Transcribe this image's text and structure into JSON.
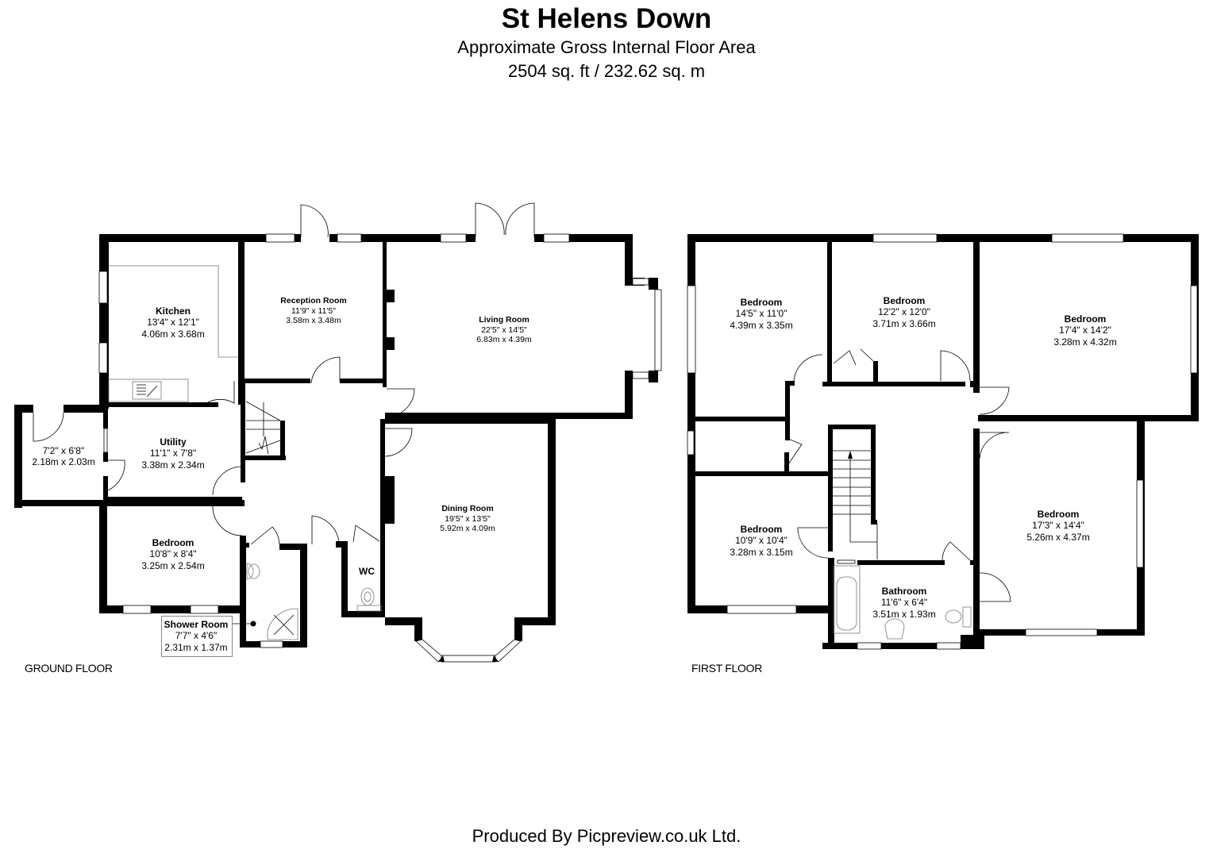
{
  "header": {
    "title": "St Helens Down",
    "subtitle": "Approximate Gross Internal Floor Area",
    "area": "2504 sq. ft / 232.62 sq. m"
  },
  "floors": {
    "ground": {
      "label": "GROUND FLOOR",
      "rooms": [
        {
          "name": "Kitchen",
          "imperial": "13'4\" x 12'1\"",
          "metric": "4.06m x 3.68m"
        },
        {
          "name": "Reception Room",
          "imperial": "11'9\" x 11'5\"",
          "metric": "3.58m x 3.48m"
        },
        {
          "name": "Living Room",
          "imperial": "22'5\" x 14'5\"",
          "metric": "6.83m x 4.39m"
        },
        {
          "name": "",
          "imperial": "7'2\" x 6'8\"",
          "metric": "2.18m x 2.03m"
        },
        {
          "name": "Utility",
          "imperial": "11'1\" x 7'8\"",
          "metric": "3.38m x 2.34m"
        },
        {
          "name": "Bedroom",
          "imperial": "10'8\" x 8'4\"",
          "metric": "3.25m x 2.54m"
        },
        {
          "name": "Shower Room",
          "imperial": "7'7\" x 4'6\"",
          "metric": "2.31m x 1.37m"
        },
        {
          "name": "WC",
          "imperial": "",
          "metric": ""
        },
        {
          "name": "Dining Room",
          "imperial": "19'5\" x 13'5\"",
          "metric": "5.92m x 4.09m"
        }
      ]
    },
    "first": {
      "label": "FIRST FLOOR",
      "rooms": [
        {
          "name": "Bedroom",
          "imperial": "14'5\" x 11'0\"",
          "metric": "4.39m x 3.35m"
        },
        {
          "name": "Bedroom",
          "imperial": "12'2\" x 12'0\"",
          "metric": "3.71m x 3.66m"
        },
        {
          "name": "Bedroom",
          "imperial": "17'4\" x 14'2\"",
          "metric": "3.28m x 4.32m"
        },
        {
          "name": "Bedroom",
          "imperial": "10'9\" x 10'4\"",
          "metric": "3.28m x 3.15m"
        },
        {
          "name": "Bathroom",
          "imperial": "11'6\" x 6'4\"",
          "metric": "3.51m x 1.93m"
        },
        {
          "name": "Bedroom",
          "imperial": "17'3\" x 14'4\"",
          "metric": "5.26m x 4.37m"
        }
      ]
    }
  },
  "footer": {
    "credit": "Produced By Picpreview.co.uk Ltd."
  },
  "icons": {
    "sink": "kitchen-sink-icon",
    "toilet": "toilet-icon",
    "bath": "bathtub-icon",
    "basin": "wash-basin-icon",
    "shower": "shower-tray-icon",
    "stairs": "staircase-icon"
  },
  "colors": {
    "wall": "#000000",
    "background": "#ffffff",
    "fixture_outline": "#777777"
  }
}
